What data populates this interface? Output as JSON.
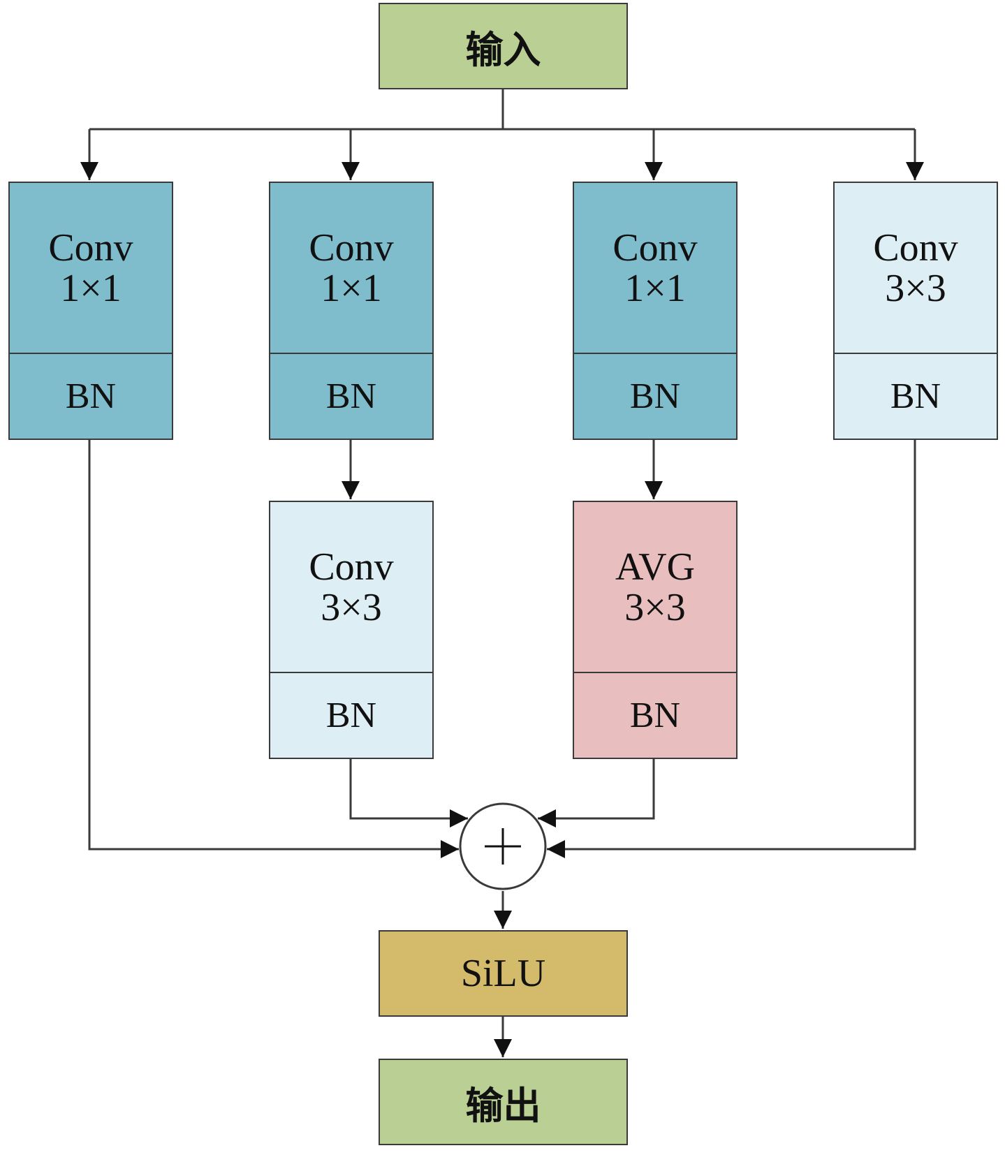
{
  "input": {
    "label": "输入"
  },
  "output": {
    "label": "输出"
  },
  "activation": {
    "label": "SiLU"
  },
  "branches": [
    {
      "op": "Conv",
      "size": "1×1",
      "norm": "BN"
    },
    {
      "op": "Conv",
      "size": "1×1",
      "norm": "BN"
    },
    {
      "op": "Conv",
      "size": "1×1",
      "norm": "BN"
    },
    {
      "op": "Conv",
      "size": "3×3",
      "norm": "BN"
    }
  ],
  "second_stage": [
    {
      "op": "Conv",
      "size": "3×3",
      "norm": "BN"
    },
    {
      "op": "AVG",
      "size": "3×3",
      "norm": "BN"
    }
  ],
  "merge": {
    "symbol": "+"
  },
  "colors": {
    "io": "#b9cf93",
    "conv1x1": "#7fbdcd",
    "conv3x3": "#ddeef4",
    "avgpool": "#e8bfbe",
    "activation": "#d4bb6b"
  }
}
